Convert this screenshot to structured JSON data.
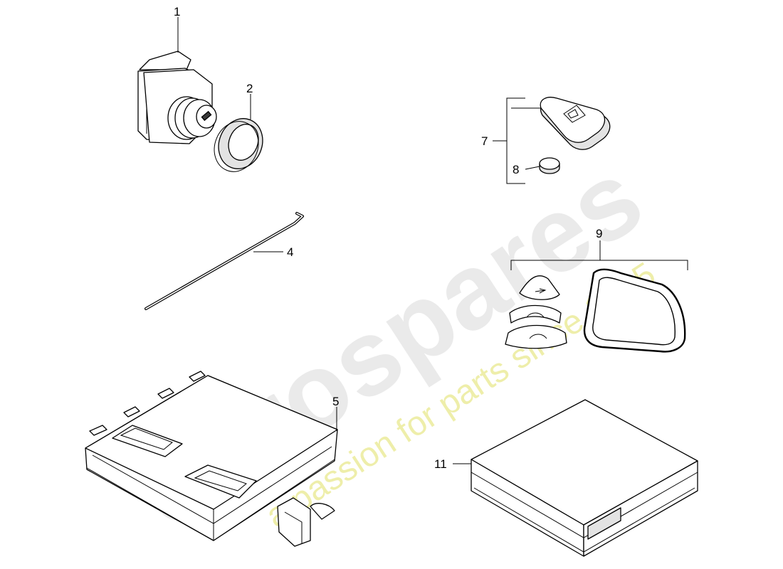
{
  "watermark": {
    "brand": "eurospares",
    "tagline": "a passion for parts since 1985"
  },
  "callouts": [
    {
      "id": "1",
      "label": "1"
    },
    {
      "id": "2",
      "label": "2"
    },
    {
      "id": "4",
      "label": "4"
    },
    {
      "id": "5",
      "label": "5"
    },
    {
      "id": "7",
      "label": "7"
    },
    {
      "id": "8",
      "label": "8"
    },
    {
      "id": "9",
      "label": "9"
    },
    {
      "id": "11",
      "label": "11"
    }
  ]
}
